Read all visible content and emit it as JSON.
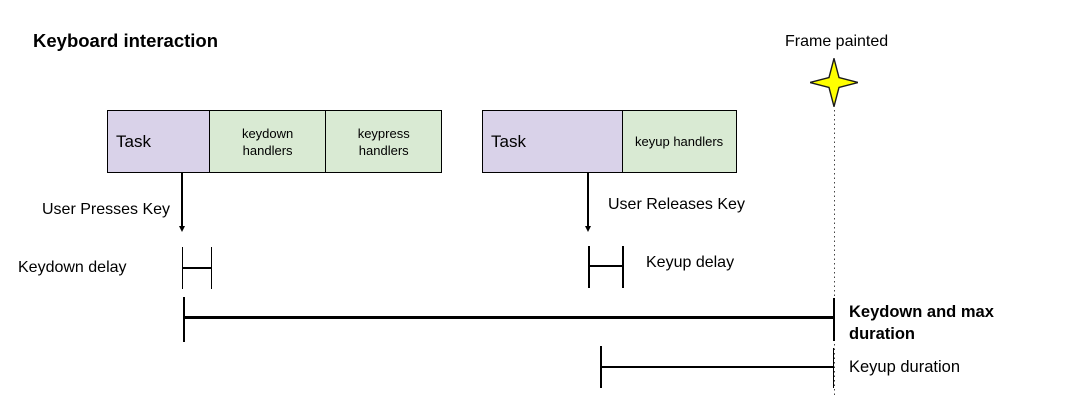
{
  "title": "Keyboard interaction",
  "colors": {
    "task_fill": "#d9d2e9",
    "handlers_fill": "#d9ead3",
    "star_fill": "#ffff00",
    "line": "#000000"
  },
  "frame_marker": {
    "label": "Frame painted",
    "icon": "four-point-star"
  },
  "task_groups": [
    {
      "name": "keydown",
      "event_label": "User Presses Key",
      "segments": [
        {
          "label": "Task",
          "kind": "task"
        },
        {
          "label": "keydown\nhandlers",
          "kind": "handlers"
        },
        {
          "label": "keypress\nhandlers",
          "kind": "handlers"
        }
      ]
    },
    {
      "name": "keyup",
      "event_label": "User Releases Key",
      "segments": [
        {
          "label": "Task",
          "kind": "task"
        },
        {
          "label": "keyup handlers",
          "kind": "handlers"
        }
      ]
    }
  ],
  "measures": {
    "keydown_delay": "Keydown delay",
    "keyup_delay": "Keyup delay",
    "keydown_duration": "Keydown and max duration",
    "keyup_duration": "Keyup duration"
  }
}
